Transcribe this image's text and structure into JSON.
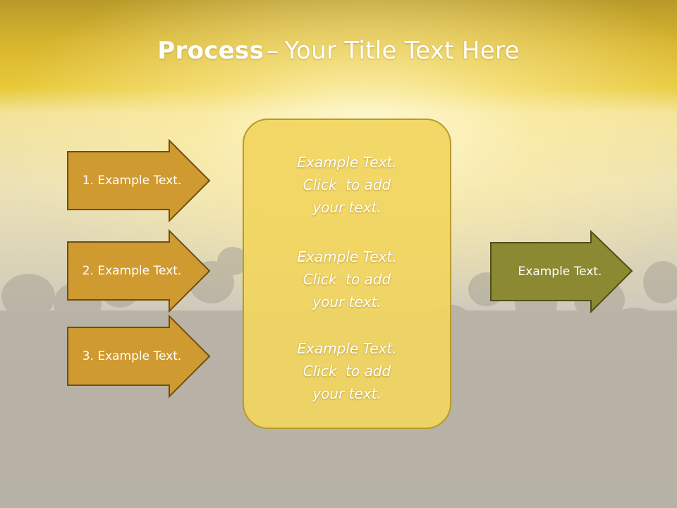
{
  "slide": {
    "title_strong": "Process",
    "title_sep": "–",
    "title_rest": "Your Title Text Here"
  },
  "steps": [
    {
      "label": "1. Example Text.",
      "color": "#cf9a30"
    },
    {
      "label": "2. Example Text.",
      "color": "#cf9a30"
    },
    {
      "label": "3. Example Text.",
      "color": "#cf9a30"
    }
  ],
  "panel": {
    "blocks": [
      {
        "line1": "Example Text.",
        "line2": "Click  to add",
        "line3": "your text."
      },
      {
        "line1": "Example Text.",
        "line2": "Click  to add",
        "line3": "your text."
      },
      {
        "line1": "Example Text.",
        "line2": "Click  to add",
        "line3": "your text."
      }
    ],
    "fill_color": "#f1d560"
  },
  "result": {
    "label": "Example Text.",
    "color": "#8b8a33"
  },
  "colors": {
    "arrow_border": "#6e4e12",
    "result_border": "#4f4f1a",
    "panel_border": "#b79b2b"
  }
}
